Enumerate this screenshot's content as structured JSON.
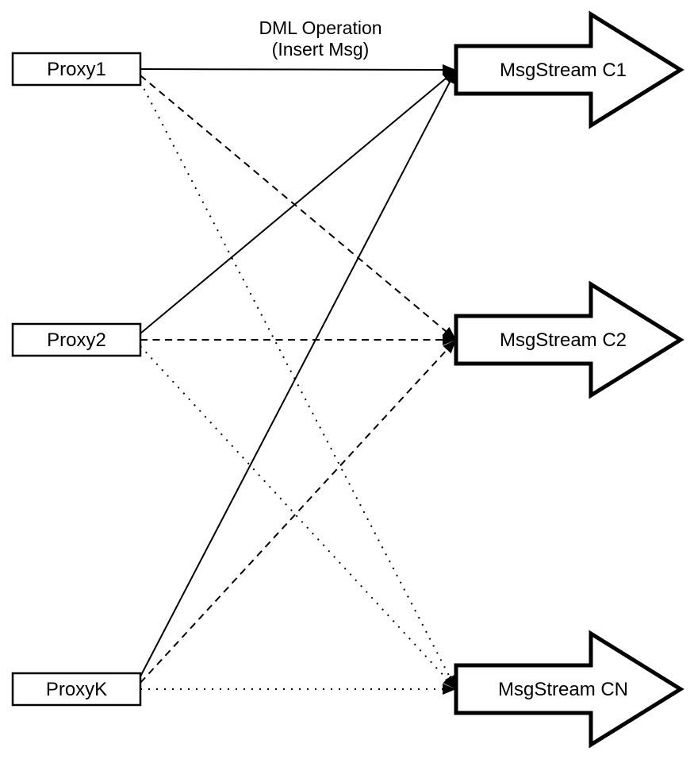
{
  "title": {
    "line1": "DML Operation",
    "line2": "(Insert Msg)"
  },
  "colors": {
    "ink": "#000000",
    "background": "#ffffff"
  },
  "proxies": [
    {
      "id": "proxy1",
      "label": "Proxy1"
    },
    {
      "id": "proxy2",
      "label": "Proxy2"
    },
    {
      "id": "proxyk",
      "label": "ProxyK"
    }
  ],
  "streams": [
    {
      "id": "c1",
      "label": "MsgStream C1"
    },
    {
      "id": "c2",
      "label": "MsgStream C2"
    },
    {
      "id": "cn",
      "label": "MsgStream CN"
    }
  ],
  "edges": [
    {
      "from": "proxy1",
      "to": "c1",
      "style": "solid"
    },
    {
      "from": "proxy1",
      "to": "c2",
      "style": "dashed"
    },
    {
      "from": "proxy1",
      "to": "cn",
      "style": "dotted"
    },
    {
      "from": "proxy2",
      "to": "c1",
      "style": "solid"
    },
    {
      "from": "proxy2",
      "to": "c2",
      "style": "dashed"
    },
    {
      "from": "proxy2",
      "to": "cn",
      "style": "dotted"
    },
    {
      "from": "proxyk",
      "to": "c1",
      "style": "solid"
    },
    {
      "from": "proxyk",
      "to": "c2",
      "style": "dashed"
    },
    {
      "from": "proxyk",
      "to": "cn",
      "style": "dotted"
    }
  ]
}
